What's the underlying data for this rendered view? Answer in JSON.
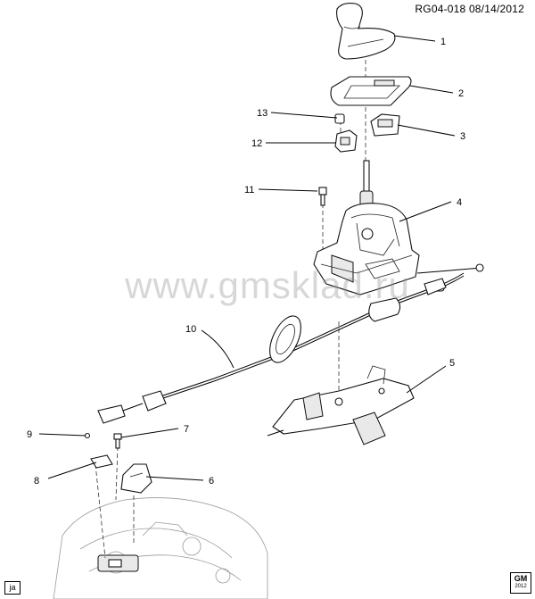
{
  "header": {
    "ref": "RG04-018",
    "date": "08/14/2012"
  },
  "watermark": "www.gmsklad.ru",
  "badge": "ja",
  "logo": {
    "text": "GM",
    "sub": "2012"
  },
  "callouts": [
    {
      "n": "1"
    },
    {
      "n": "2"
    },
    {
      "n": "3"
    },
    {
      "n": "4"
    },
    {
      "n": "5"
    },
    {
      "n": "6"
    },
    {
      "n": "7"
    },
    {
      "n": "8"
    },
    {
      "n": "9"
    },
    {
      "n": "10"
    },
    {
      "n": "11"
    },
    {
      "n": "12"
    },
    {
      "n": "13"
    }
  ]
}
